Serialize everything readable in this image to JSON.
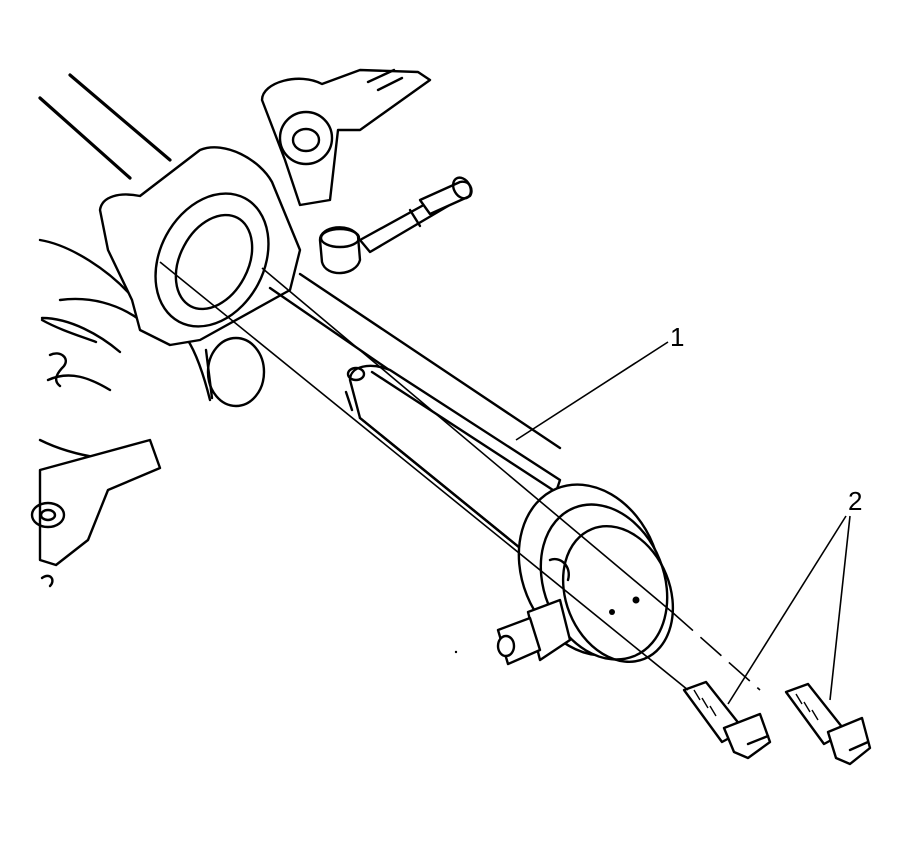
{
  "diagram": {
    "callouts": [
      {
        "id": "1",
        "label": "1"
      },
      {
        "id": "2",
        "label": "2"
      }
    ]
  },
  "colors": {
    "ink": "#000000",
    "paper": "#ffffff"
  }
}
